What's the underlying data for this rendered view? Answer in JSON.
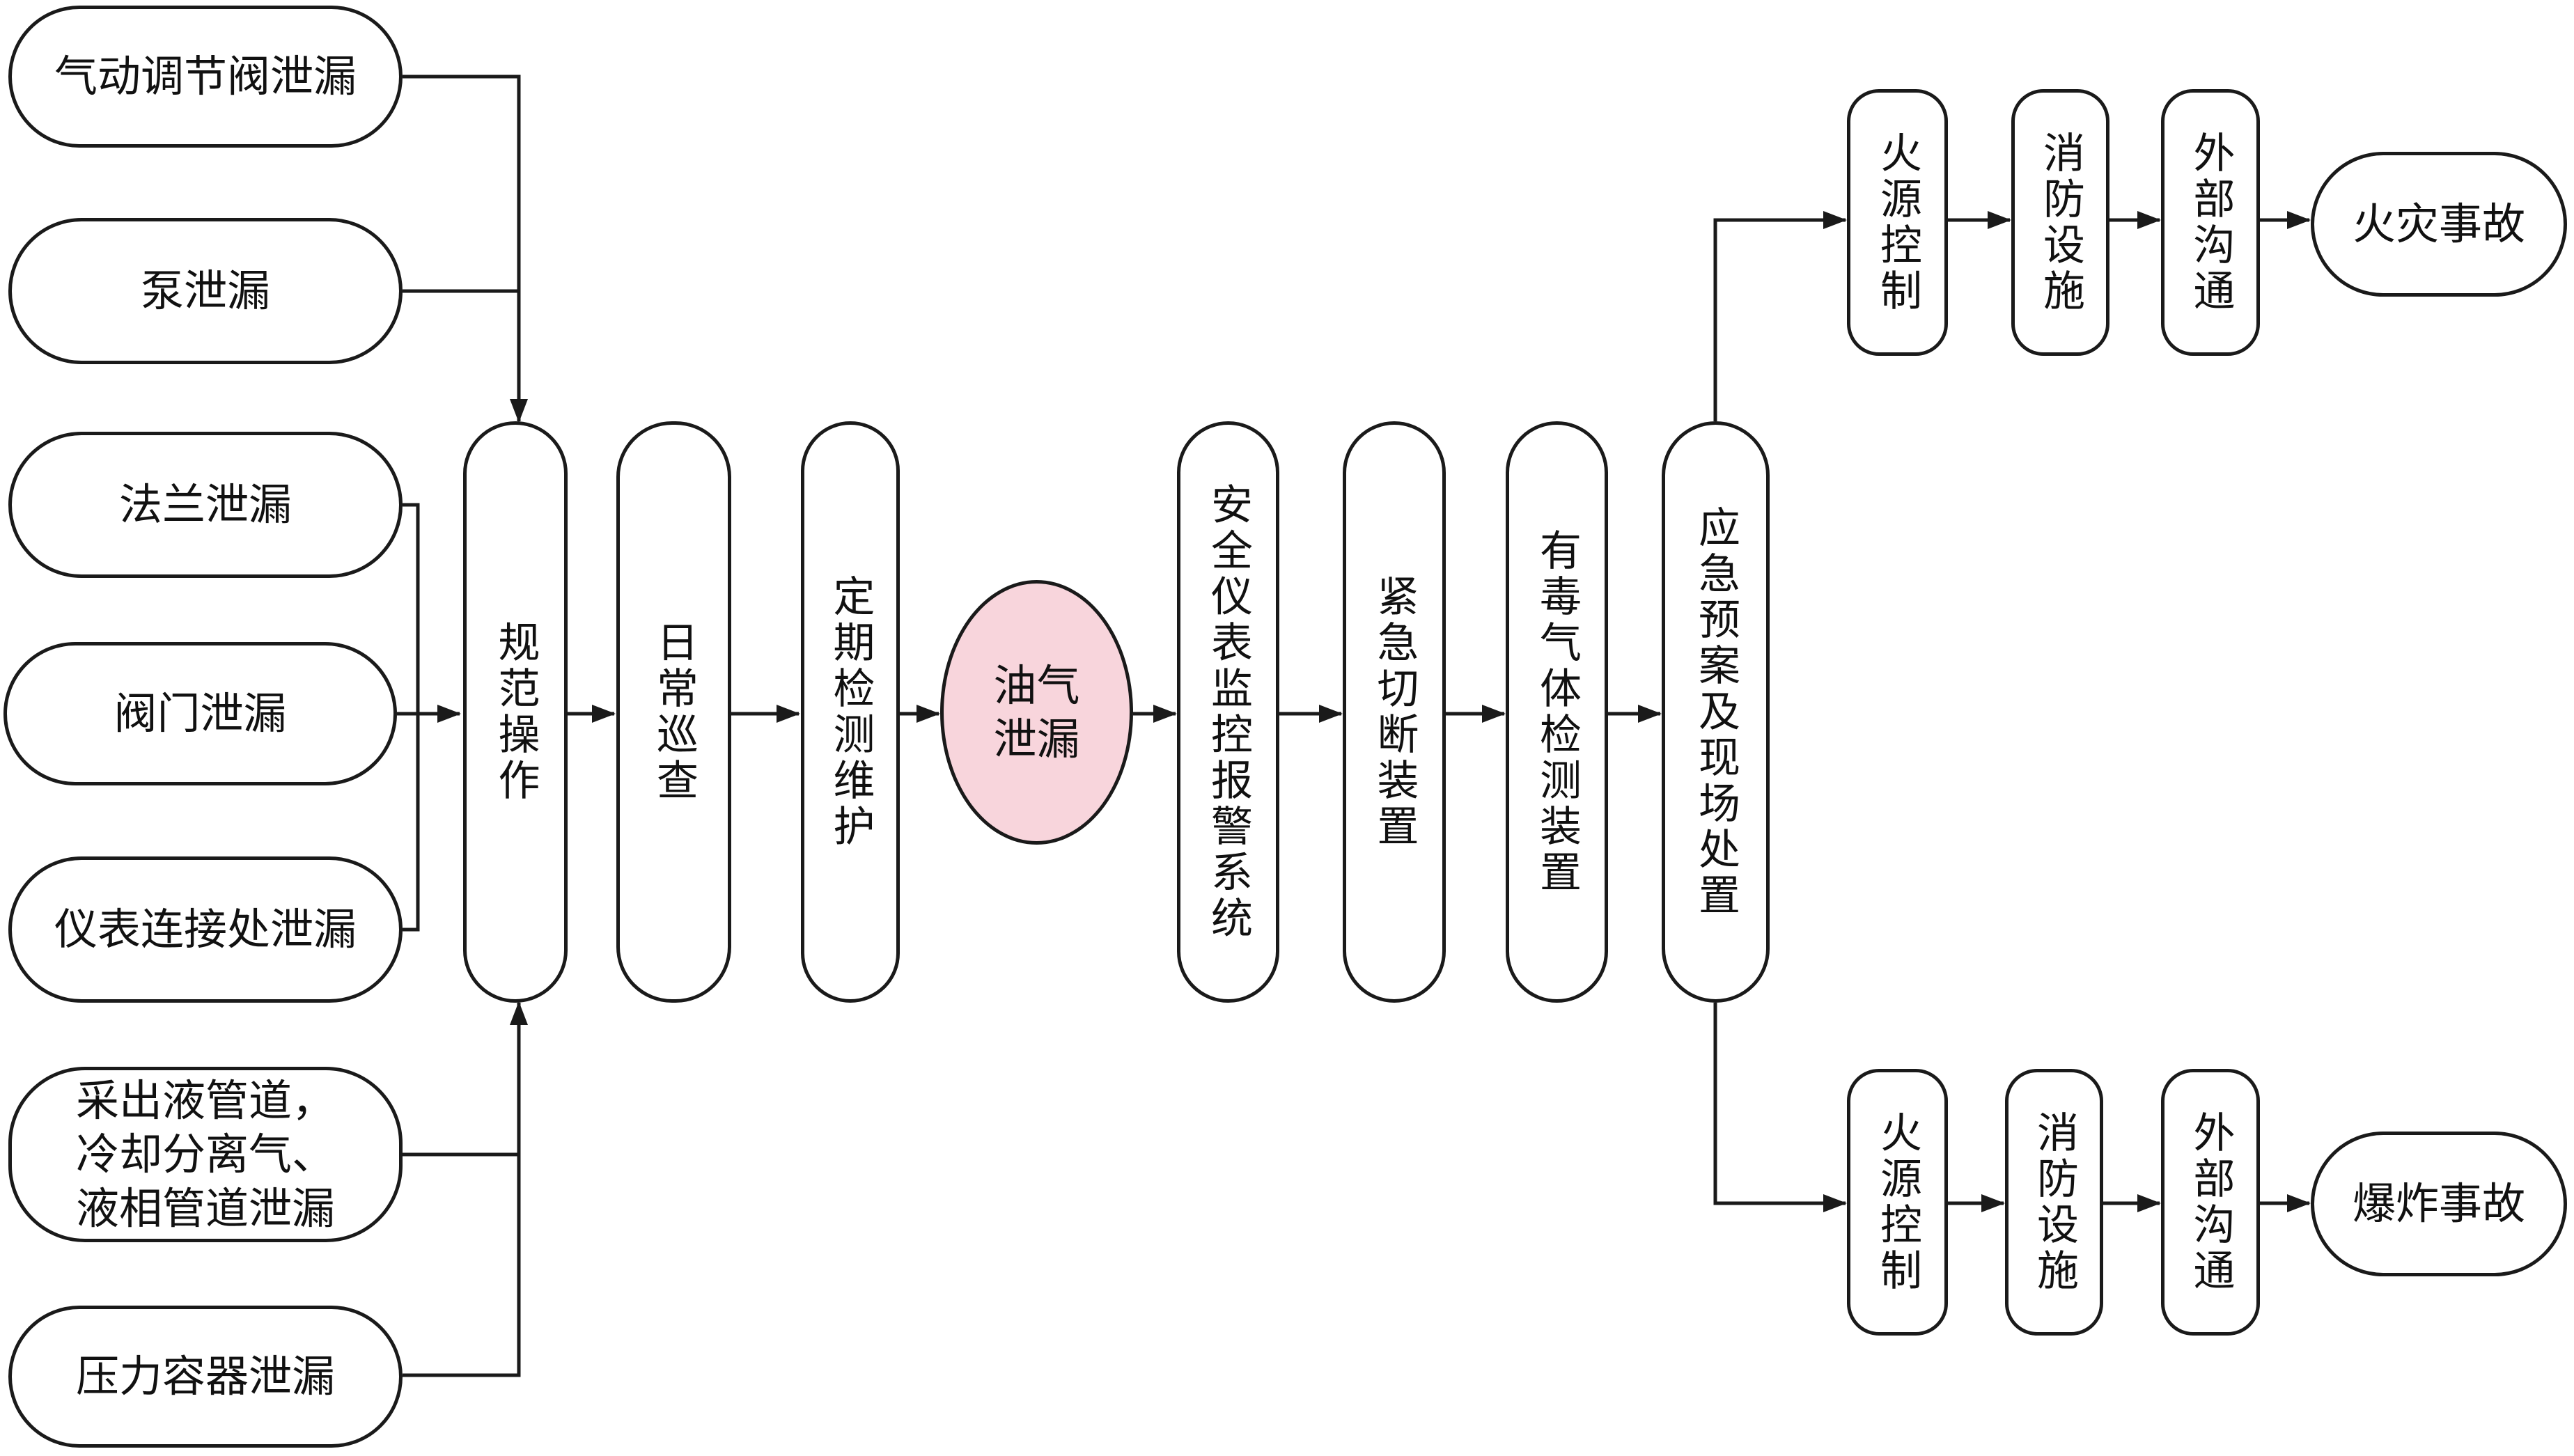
{
  "colors": {
    "stroke": "#1a1a1a",
    "leak_fill": "#f8d5dc",
    "box_fill": "#ffffff",
    "text": "#111111"
  },
  "sources": [
    "气动调节阀泄漏",
    "泵泄漏",
    "法兰泄漏",
    "阀门泄漏",
    "仪表连接处泄漏",
    "采出液管道，\n冷却分离气、\n液相管道泄漏",
    "压力容器泄漏"
  ],
  "prevention": [
    "规范操作",
    "日常巡查",
    "定期检测维护"
  ],
  "center": "油气\n泄漏",
  "response": [
    "安全仪表监控报警系统",
    "紧急切断装置",
    "有毒气体检测装置",
    "应急预案及现场处置"
  ],
  "branch_steps": [
    "火源控制",
    "消防设施",
    "外部沟通"
  ],
  "outcomes": [
    "火灾事故",
    "爆炸事故"
  ]
}
